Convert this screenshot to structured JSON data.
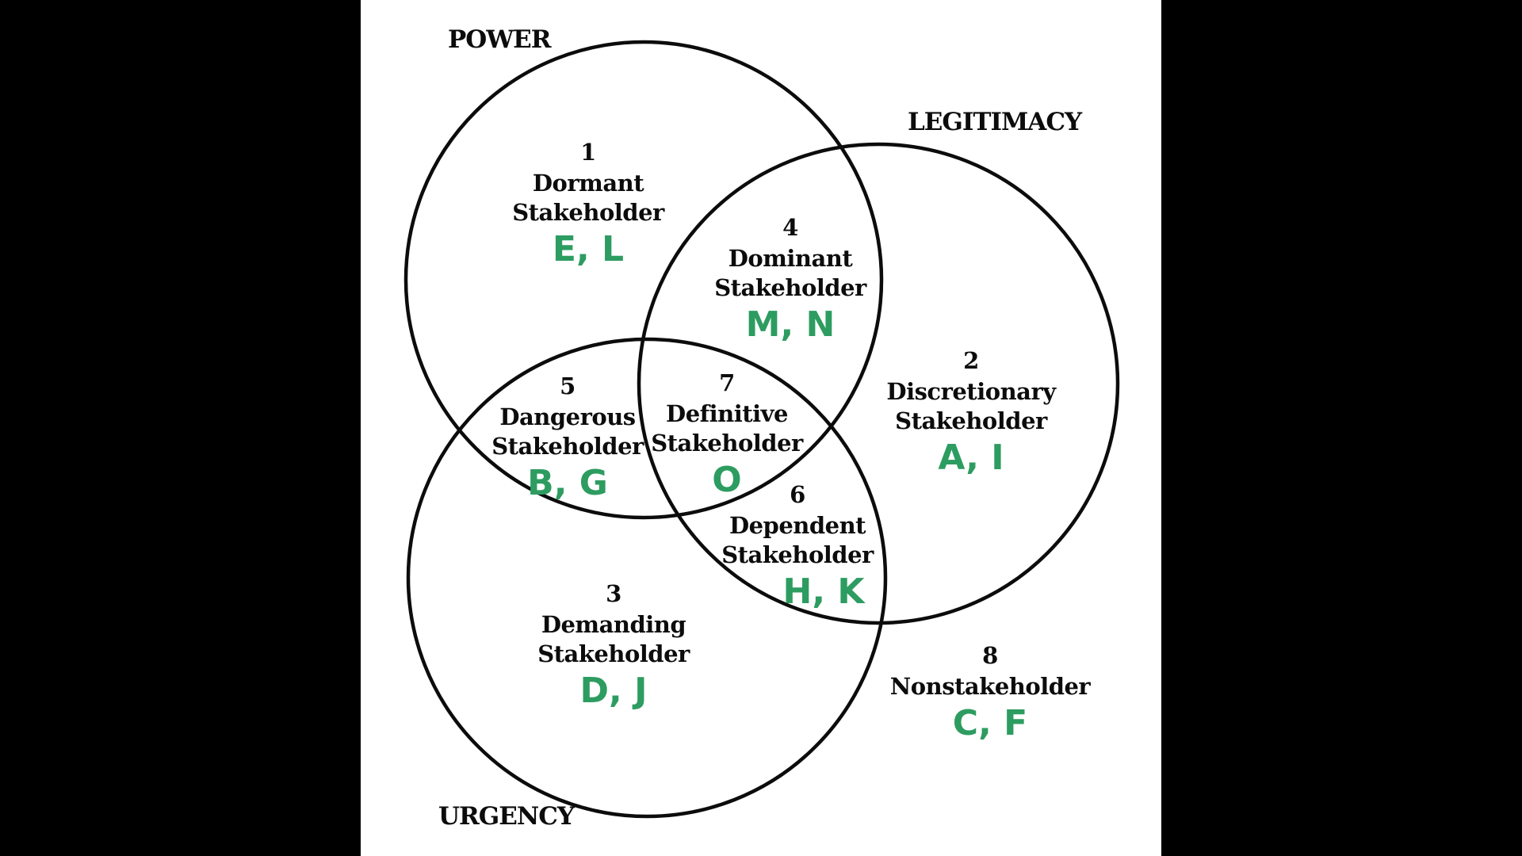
{
  "figure": {
    "title": "Stakeholder typology Venn diagram",
    "background_color": "#000000",
    "panel_color": "#ffffff",
    "line_color": "#0c0c0c",
    "accent_green": "#2d9c60"
  },
  "circles": [
    {
      "label": "POWER"
    },
    {
      "label": "LEGITIMACY"
    },
    {
      "label": "URGENCY"
    }
  ],
  "regions": [
    {
      "number": "1",
      "name": "Dormant\nStakeholder",
      "letters": "E, L"
    },
    {
      "number": "2",
      "name": "Discretionary\nStakeholder",
      "letters": "A, I"
    },
    {
      "number": "3",
      "name": "Demanding\nStakeholder",
      "letters": "D, J"
    },
    {
      "number": "4",
      "name": "Dominant\nStakeholder",
      "letters": "M, N"
    },
    {
      "number": "5",
      "name": "Dangerous\nStakeholder",
      "letters": "B, G"
    },
    {
      "number": "6",
      "name": "Dependent\nStakeholder",
      "letters": "H, K"
    },
    {
      "number": "7",
      "name": "Definitive\nStakeholder",
      "letters": "O"
    },
    {
      "number": "8",
      "name": "Nonstakeholder",
      "letters": "C, F"
    }
  ]
}
